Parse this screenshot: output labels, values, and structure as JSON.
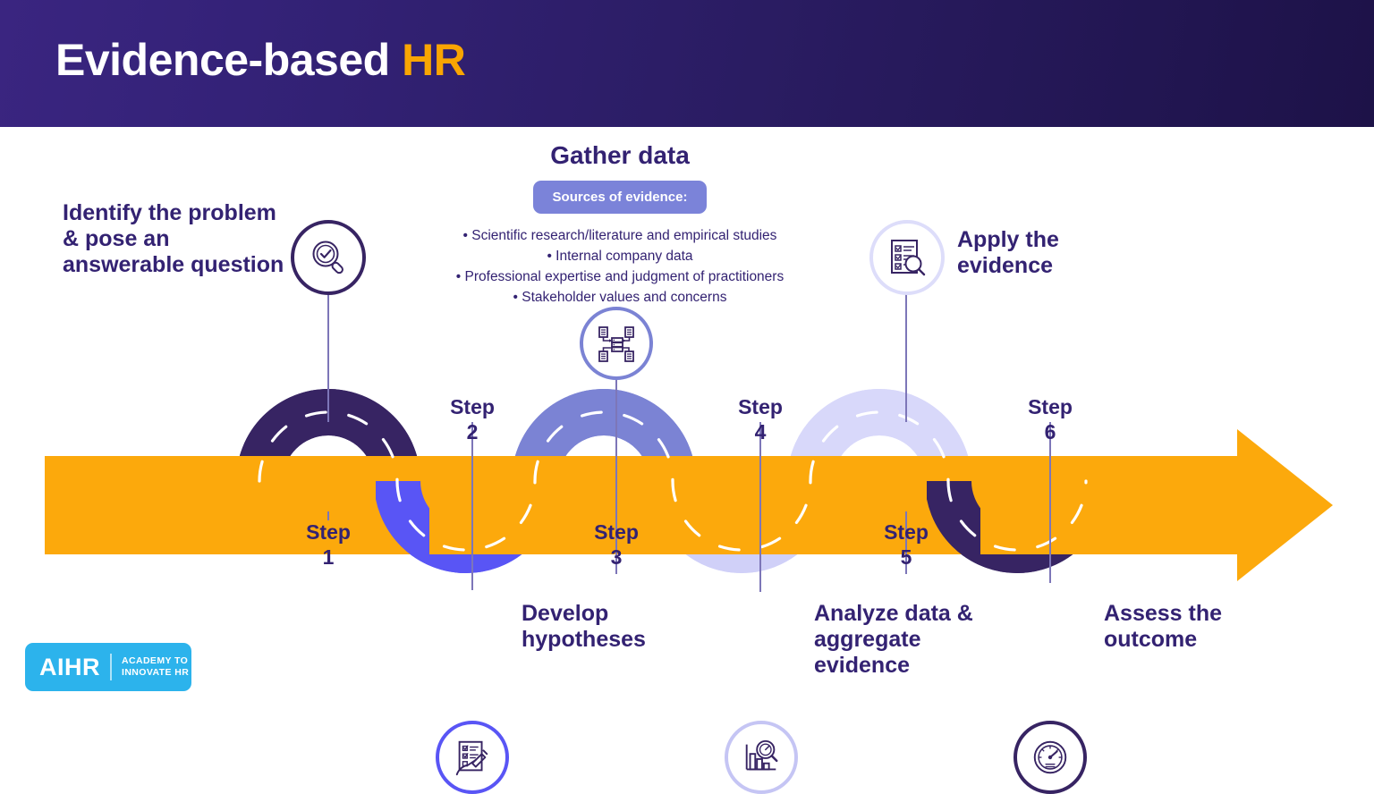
{
  "header": {
    "title_main": "Evidence-based ",
    "title_accent": "HR",
    "bg_left": "#3a2580",
    "bg_right": "#1d1248"
  },
  "gather": {
    "title": "Gather data",
    "badge": "Sources of evidence:",
    "badge_color": "#7b83d9",
    "sources": [
      "• Scientific research/literature and empirical studies",
      "• Internal company data",
      "• Professional expertise and judgment of practitioners",
      "• Stakeholder values and concerns"
    ]
  },
  "arrow": {
    "color": "#fca90c"
  },
  "road": {
    "colors": [
      "#372463",
      "#5955f5",
      "#7b83d4",
      "#d8d8fa",
      "#d8d8fa",
      "#372463"
    ],
    "dash_color": "#ffffff"
  },
  "steps": [
    {
      "number": "Step\n1",
      "step_word": "Step",
      "step_num": "1",
      "label": "Identify the problem & pose an answerable question",
      "icon": "magnifier-check-icon",
      "ring_color": "#372463"
    },
    {
      "number": "Step\n2",
      "step_word": "Step",
      "step_num": "2",
      "label": "Develop hypotheses",
      "icon": "clipboard-hand-writing-icon",
      "ring_color": "#5955f5"
    },
    {
      "number": "Step\n3",
      "step_word": "Step",
      "step_num": "3",
      "label": "Gather data",
      "icon": "data-network-icon",
      "ring_color": "#7b83d4"
    },
    {
      "number": "Step\n4",
      "step_word": "Step",
      "step_num": "4",
      "label": "Analyze data & aggregate evidence",
      "icon": "bar-chart-magnifier-icon",
      "ring_color": "#c5c5f4"
    },
    {
      "number": "Step\n5",
      "step_word": "Step",
      "step_num": "5",
      "label": "Apply the evidence",
      "icon": "checklist-magnifier-icon",
      "ring_color": "#ddddfa"
    },
    {
      "number": "Step\n6",
      "step_word": "Step",
      "step_num": "6",
      "label": "Assess the outcome",
      "icon": "gauge-icon",
      "ring_color": "#372463"
    }
  ],
  "labels": {
    "identify": "Identify the problem & pose an answerable question",
    "apply": "Apply the evidence",
    "develop": "Develop hypotheses",
    "analyze": "Analyze data & aggregate evidence",
    "assess": "Assess the outcome"
  },
  "logo": {
    "main": "AIHR",
    "sub_line1": "ACADEMY TO",
    "sub_line2": "INNOVATE HR",
    "color": "#2cb3ec"
  },
  "text_color": "#332272"
}
